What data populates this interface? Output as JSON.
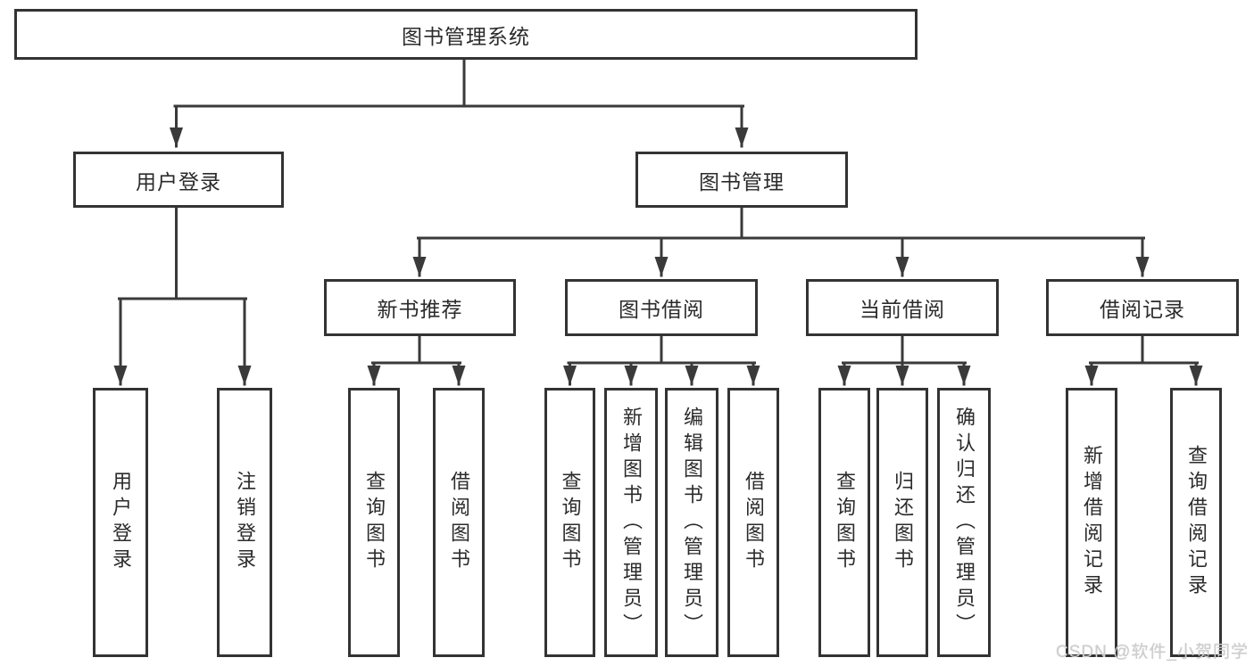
{
  "diagram": {
    "root": {
      "label": "图书管理系统"
    },
    "branches": [
      {
        "label": "用户登录",
        "children": [
          {
            "label": "用户登录"
          },
          {
            "label": "注销登录"
          }
        ]
      },
      {
        "label": "图书管理",
        "children": [
          {
            "label": "新书推荐",
            "children": [
              {
                "label": "查询图书"
              },
              {
                "label": "借阅图书"
              }
            ]
          },
          {
            "label": "图书借阅",
            "children": [
              {
                "label": "查询图书"
              },
              {
                "label": "新增图书（管理员）"
              },
              {
                "label": "编辑图书（管理员）"
              },
              {
                "label": "借阅图书"
              }
            ]
          },
          {
            "label": "当前借阅",
            "children": [
              {
                "label": "查询图书"
              },
              {
                "label": "归还图书"
              },
              {
                "label": "确认归还（管理员）"
              }
            ]
          },
          {
            "label": "借阅记录",
            "children": [
              {
                "label": "新增借阅记录"
              },
              {
                "label": "查询借阅记录"
              }
            ]
          }
        ]
      }
    ]
  },
  "watermark": {
    "text": "CSDN @软件_小贺同学"
  },
  "colors": {
    "line": "#3a3a3a",
    "box_border": "#333333",
    "box_background": "#ffffff",
    "text": "#2b2b2b",
    "watermark": "#cdcdcd"
  }
}
